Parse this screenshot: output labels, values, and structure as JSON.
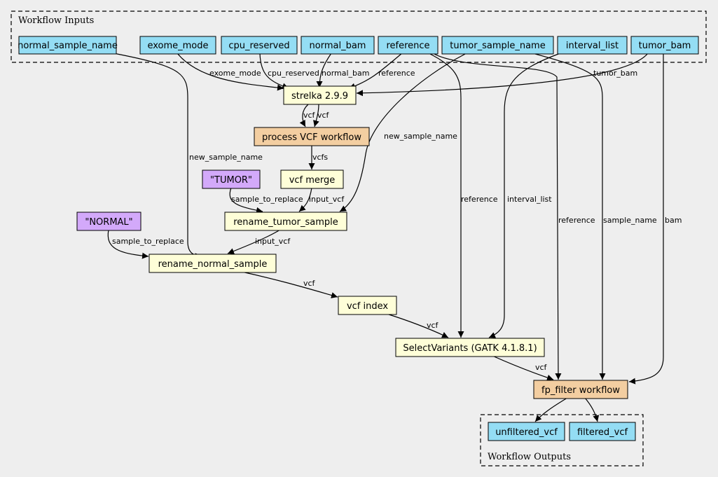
{
  "colors": {
    "background": "#eeeeee",
    "input": "#94ddf4",
    "step": "#fefed8",
    "workflow": "#f3cea1",
    "literal": "#d3a9fa",
    "output": "#94ddf4",
    "stroke": "#000000"
  },
  "clusters": {
    "inputs_title": "Workflow Inputs",
    "outputs_title": "Workflow Outputs"
  },
  "inputs": {
    "normal_sample_name": "normal_sample_name",
    "exome_mode": "exome_mode",
    "cpu_reserved": "cpu_reserved",
    "normal_bam": "normal_bam",
    "reference": "reference",
    "tumor_sample_name": "tumor_sample_name",
    "interval_list": "interval_list",
    "tumor_bam": "tumor_bam"
  },
  "steps": {
    "strelka": "strelka 2.9.9",
    "process_vcf": "process VCF workflow",
    "vcf_merge": "vcf merge",
    "rename_tumor": "rename_tumor_sample",
    "rename_normal": "rename_normal_sample",
    "vcf_index": "vcf index",
    "select_variants": "SelectVariants (GATK 4.1.8.1)",
    "fp_filter": "fp_filter workflow"
  },
  "literals": {
    "tumor": "\"TUMOR\"",
    "normal": "\"NORMAL\""
  },
  "outputs": {
    "unfiltered_vcf": "unfiltered_vcf",
    "filtered_vcf": "filtered_vcf"
  },
  "edge_labels": {
    "exome_mode": "exome_mode",
    "cpu_reserved": "cpu_reserved",
    "normal_bam": "normal_bam",
    "reference": "reference",
    "tumor_bam": "tumor_bam",
    "vcf_a": "vcf",
    "vcf_b": "vcf",
    "vcfs": "vcfs",
    "new_sample_name_normal": "new_sample_name",
    "new_sample_name_tumor": "new_sample_name",
    "sample_to_replace_tumor": "sample_to_replace",
    "input_vcf_merge": "input_vcf",
    "sample_to_replace_normal": "sample_to_replace",
    "input_vcf_rename": "input_vcf",
    "vcf_to_index": "vcf",
    "reference_select": "reference",
    "interval_list": "interval_list",
    "vcf_to_select": "vcf",
    "reference_fp": "reference",
    "sample_name": "sample_name",
    "bam": "bam",
    "vcf_to_fp": "vcf"
  }
}
